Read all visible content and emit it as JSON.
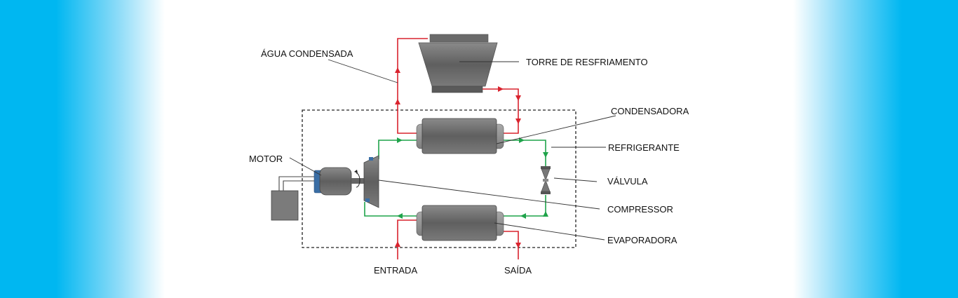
{
  "labels": {
    "agua_condensada": "ÁGUA CONDENSADA",
    "torre": "TORRE DE RESFRIAMENTO",
    "condensadora": "CONDENSADORA",
    "refrigerante": "REFRIGERANTE",
    "motor": "MOTOR",
    "valvula": "VÁLVULA",
    "compressor": "COMPRESSOR",
    "evaporadora": "EVAPORADORA",
    "entrada": "ENTRADA",
    "saida": "SAÍDA"
  },
  "colors": {
    "water_line": "#d9232e",
    "refrigerant_line": "#1fa34a",
    "equipment": "#707070",
    "background_edge": "#00b7f1"
  }
}
